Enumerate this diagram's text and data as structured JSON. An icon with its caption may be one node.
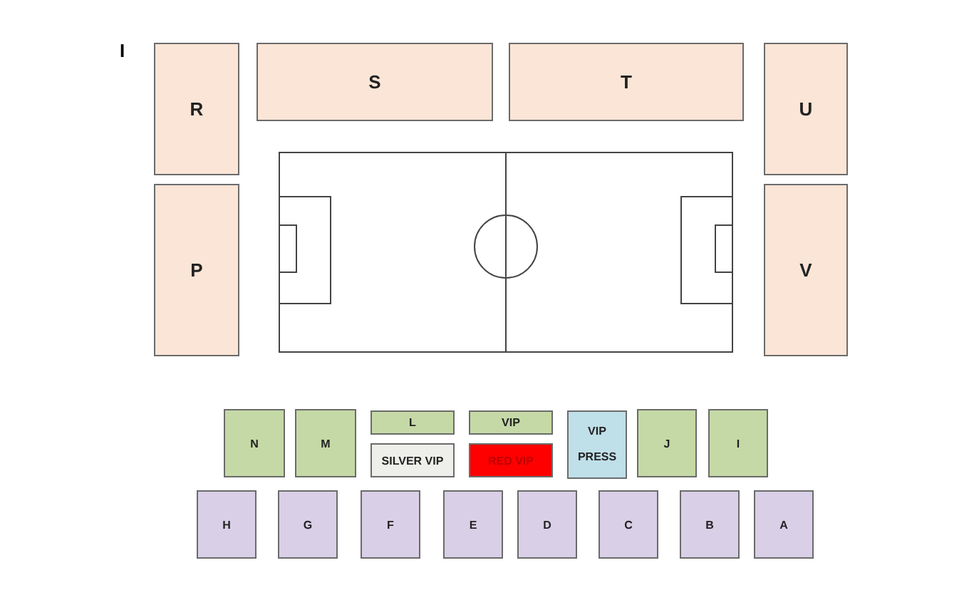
{
  "diagram": {
    "nodes": [
      {
        "text": [
          "R"
        ]
      },
      {
        "text": [
          "S"
        ]
      },
      {
        "text": [
          "T"
        ]
      },
      {
        "text": [
          "U"
        ]
      },
      {
        "text": [
          "P"
        ]
      },
      {
        "text": [
          "V"
        ]
      },
      {
        "text": [
          "N"
        ]
      },
      {
        "text": [
          "M"
        ]
      },
      {
        "text": [
          "L"
        ]
      },
      {
        "text": [
          "VIP"
        ]
      },
      {
        "text": [
          "SILVER VIP"
        ]
      },
      {
        "text": [
          "RED VIP"
        ]
      },
      {
        "text": [
          "VIP PRESS"
        ]
      },
      {
        "text": [
          "J"
        ]
      },
      {
        "text": [
          "I"
        ]
      },
      {
        "text": [
          "H"
        ]
      },
      {
        "text": [
          "G"
        ]
      },
      {
        "text": [
          "F"
        ]
      },
      {
        "text": [
          "E"
        ]
      },
      {
        "text": [
          "D"
        ]
      },
      {
        "text": [
          "C"
        ]
      },
      {
        "text": [
          "B"
        ]
      },
      {
        "text": [
          "A"
        ]
      }
    ],
    "labels": [
      "I"
    ]
  }
}
